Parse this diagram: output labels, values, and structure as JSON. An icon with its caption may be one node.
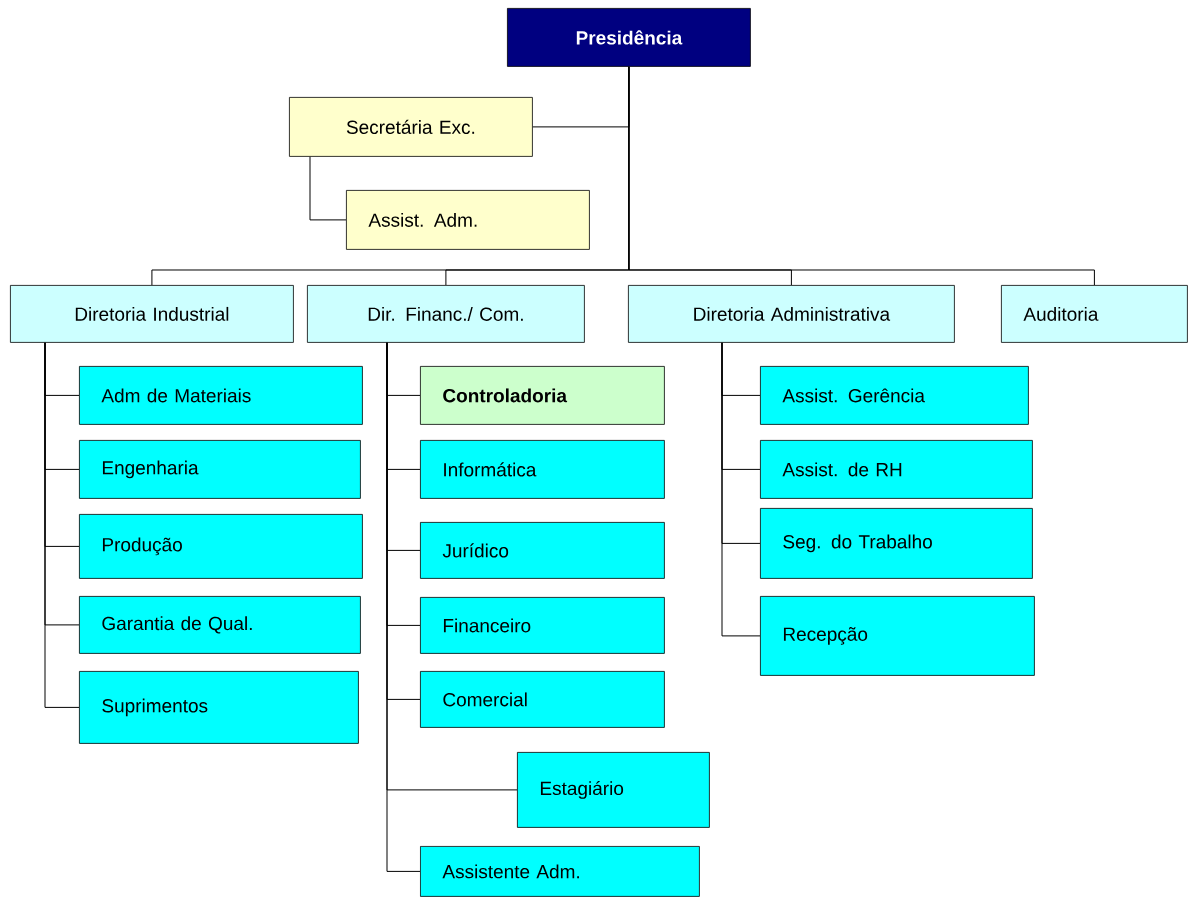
{
  "diagram": {
    "nodes": [
      {
        "text": [
          "Presidência"
        ]
      },
      {
        "text": [
          "Secretária Exc."
        ]
      },
      {
        "text": [
          "Assist. Adm."
        ]
      },
      {
        "text": [
          "Diretoria Industrial"
        ]
      },
      {
        "text": [
          "Dir. Financ./ Com."
        ]
      },
      {
        "text": [
          "Diretoria Administrativa"
        ]
      },
      {
        "text": [
          "Auditoria"
        ]
      },
      {
        "text": [
          "Adm de Materiais"
        ]
      },
      {
        "text": [
          "Engenharia"
        ]
      },
      {
        "text": [
          "Produção"
        ]
      },
      {
        "text": [
          "Garantia de Qual."
        ]
      },
      {
        "text": [
          "Suprimentos"
        ]
      },
      {
        "text": [
          "Controladoria"
        ]
      },
      {
        "text": [
          "Informática"
        ]
      },
      {
        "text": [
          "Jurídico"
        ]
      },
      {
        "text": [
          "Financeiro"
        ]
      },
      {
        "text": [
          "Comercial"
        ]
      },
      {
        "text": [
          "Estagiário"
        ]
      },
      {
        "text": [
          "Assistente Adm."
        ]
      },
      {
        "text": [
          "Assist. Gerência"
        ]
      },
      {
        "text": [
          "Assist. de RH"
        ]
      },
      {
        "text": [
          "Seg. do Trabalho"
        ]
      },
      {
        "text": [
          "Recepção"
        ]
      }
    ],
    "edges": [
      {
        "from": 0,
        "to": 1,
        "arrow": "none"
      },
      {
        "from": 1,
        "to": 2,
        "arrow": "none"
      },
      {
        "from": 0,
        "to": 3,
        "arrow": "none"
      },
      {
        "from": 0,
        "to": 4,
        "arrow": "none"
      },
      {
        "from": 0,
        "to": 5,
        "arrow": "none"
      },
      {
        "from": 0,
        "to": 6,
        "arrow": "none"
      },
      {
        "from": 3,
        "to": 7,
        "arrow": "none"
      },
      {
        "from": 3,
        "to": 8,
        "arrow": "none"
      },
      {
        "from": 3,
        "to": 9,
        "arrow": "none"
      },
      {
        "from": 3,
        "to": 10,
        "arrow": "none"
      },
      {
        "from": 3,
        "to": 11,
        "arrow": "none"
      },
      {
        "from": 4,
        "to": 12,
        "arrow": "none"
      },
      {
        "from": 4,
        "to": 13,
        "arrow": "none"
      },
      {
        "from": 4,
        "to": 14,
        "arrow": "none"
      },
      {
        "from": 4,
        "to": 15,
        "arrow": "none"
      },
      {
        "from": 4,
        "to": 16,
        "arrow": "none"
      },
      {
        "from": 4,
        "to": 17,
        "arrow": "none"
      },
      {
        "from": 4,
        "to": 18,
        "arrow": "none"
      },
      {
        "from": 5,
        "to": 19,
        "arrow": "none"
      },
      {
        "from": 5,
        "to": 20,
        "arrow": "none"
      },
      {
        "from": 5,
        "to": 21,
        "arrow": "none"
      },
      {
        "from": 5,
        "to": 22,
        "arrow": "none"
      }
    ]
  }
}
